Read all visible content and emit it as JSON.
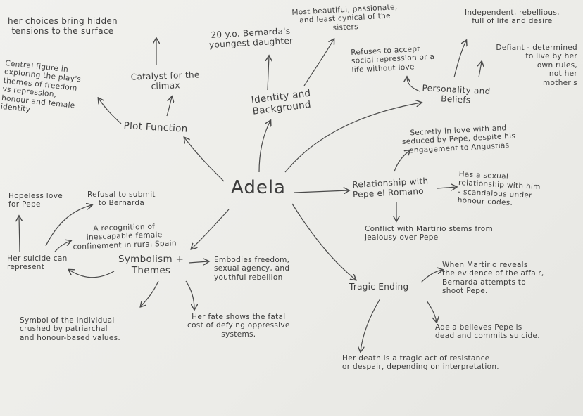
{
  "mindmap": {
    "center": "Adela",
    "plot": {
      "label": "Plot Function",
      "catalyst": "Catalyst for the\nclimax",
      "choices": "her choices bring hidden\ntensions to the surface",
      "central": "Central figure in\nexploring the play's\nthemes of freedom\nvs repression,\nhonour and female\nidentity"
    },
    "identity": {
      "label": "Identity and\nBackground",
      "age": "20 y.o. Bernarda's\nyoungest daughter",
      "beautiful": "Most beautiful, passionate,\nand least cynical of the\nsisters"
    },
    "personality": {
      "label": "Personality and\nBeliefs",
      "refuses": "Refuses to accept\nsocial repression or a\nlife without love",
      "independent": "Independent, rebellious,\nfull of life and desire",
      "defiant": "Defiant - determined\nto live by her\nown rules,\nnot her\nmother's"
    },
    "relationship": {
      "label": "Relationship with\nPepe el Romano",
      "secretly": "Secretly in love with and\nseduced by Pepe, despite his\nengagement to Angustias",
      "sexual": "Has a sexual\nrelationship with him\n- scandalous under\nhonour codes.",
      "conflict": "Conflict with Martirio stems from\njealousy over Pepe"
    },
    "symbolism": {
      "label": "Symbolism +\nThemes",
      "refusal": "Refusal to submit\nto Bernarda",
      "hopeless": "Hopeless love\nfor Pepe",
      "recognition": "A recognition of\ninescapable female\nconfinement in rural Spain",
      "suicide": "Her suicide can\nrepresent",
      "embodies": "Embodies freedom,\nsexual agency, and\nyouthful rebellion",
      "symbol": "Symbol of the individual\ncrushed by patriarchal\nand honour-based values.",
      "fate": "Her fate shows the fatal\ncost of defying oppressive\nsystems."
    },
    "ending": {
      "label": "Tragic Ending",
      "martirio": "When Martirio reveals\nthe evidence of the affair,\nBernarda attempts to\nshoot Pepe.",
      "believes": "Adela believes Pepe is\ndead and commits suicide.",
      "death": "Her death is a tragic act of resistance\nor despair, depending on interpretation."
    }
  }
}
